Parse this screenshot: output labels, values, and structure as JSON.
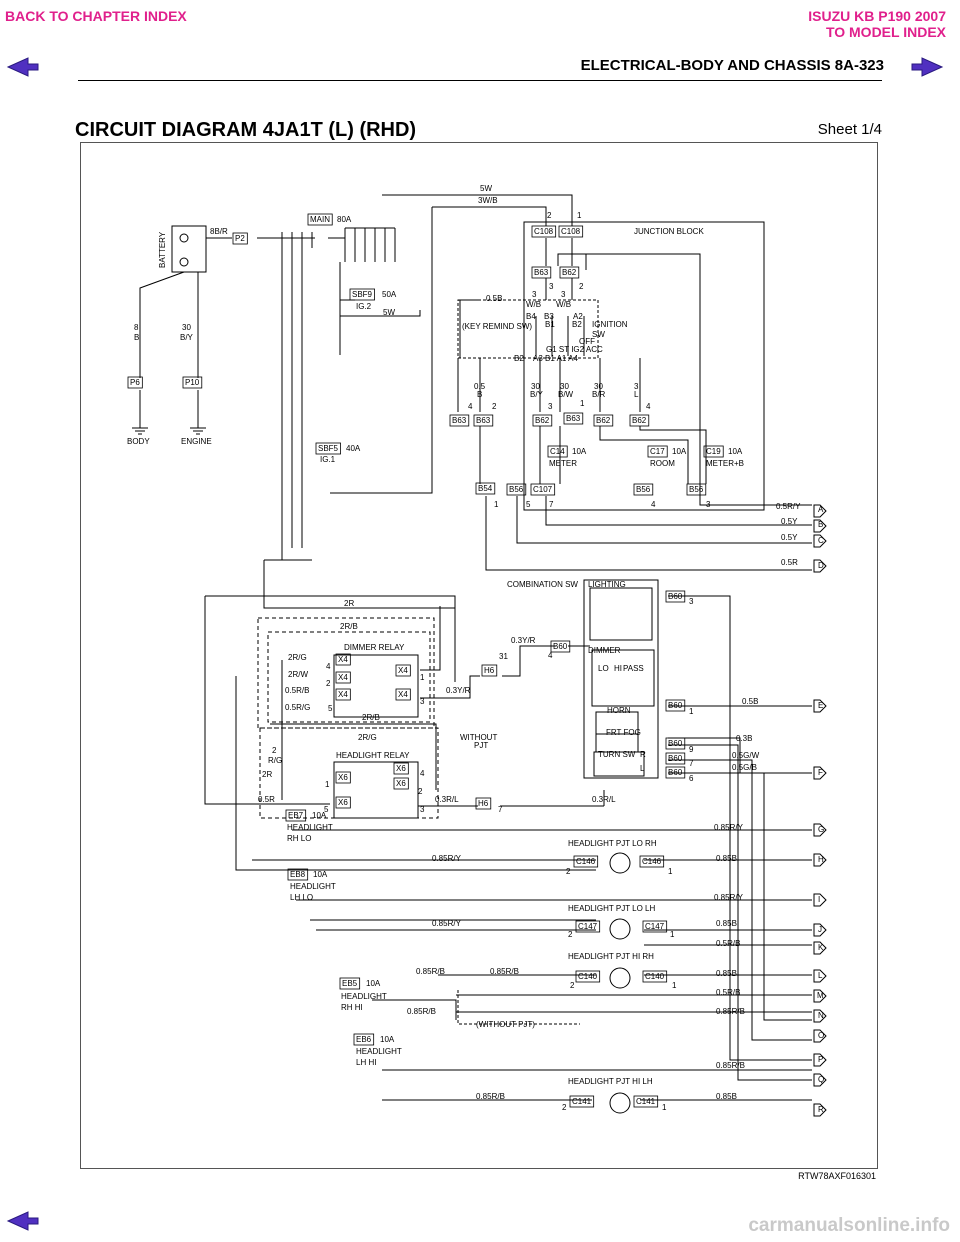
{
  "nav": {
    "back_chapter": "BACK TO CHAPTER INDEX",
    "model_line1": "ISUZU KB P190 2007",
    "model_line2": "TO MODEL INDEX",
    "section": "ELECTRICAL-BODY AND CHASSIS  8A-323",
    "footer": "carmanualsonline.info"
  },
  "page": {
    "title": "CIRCUIT DIAGRAM 4JA1T (L) (RHD)",
    "sheet": "Sheet 1/4",
    "figure_code": "RTW78AXF016301"
  },
  "colors": {
    "nav": "#e0208c",
    "arrow": "#5030c0",
    "wire": "#000000"
  },
  "diagram": {
    "labels": {
      "battery": "BATTERY",
      "p2": "P2",
      "w8br": "8B/R",
      "main": "MAIN",
      "main_amp": "80A",
      "w5w_top": "5W",
      "w3wb_top": "3W/B",
      "jb": "JUNCTION BLOCK",
      "c108a": "C108",
      "c108b": "C108",
      "pin2a": "2",
      "pin1a": "1",
      "b63_top": "B63",
      "b62_top": "B62",
      "pin3b": "3",
      "pin2b": "2",
      "sbf9": "SBF9",
      "sbf9_amp": "50A",
      "ig2": "IG.2",
      "w5w_sbf9": "5W",
      "w05b": "0.5B",
      "w3wb_1": "3",
      "w3wb_1b": "W/B",
      "w3wb_2": "3",
      "w3wb_2b": "W/B",
      "key_remind": "(KEY REMIND SW)",
      "ign": "IGNITION",
      "ign_sw": "SW",
      "pin_b4": "B4",
      "pin_b3": "B3",
      "pin_a2": "A2",
      "pin_b1": "B1",
      "pin_b2x": "B2",
      "pin_b2": "B2",
      "pin_row": "A3 B1 A1 A4",
      "sw_pos": "G1 ST IG2 ACC",
      "off": "OFF",
      "w8": "8",
      "wB": "B",
      "w30": "30",
      "wBY": "B/Y",
      "p6": "P6",
      "p10": "P10",
      "body": "BODY",
      "engine": "ENGINE",
      "w05b2": "0.5",
      "w05b2b": "B",
      "w30by": "30",
      "w30byb": "B/Y",
      "w30bw": "30",
      "w30bwb": "B/W",
      "w30br": "30",
      "w30brb": "B/R",
      "w3l": "3",
      "w3lb": "L",
      "pin4": "4",
      "pin2": "2",
      "pin3": "3",
      "pin1": "1",
      "pin4b": "4",
      "b63a": "B63",
      "b63b": "B63",
      "b62a": "B62",
      "b63c": "B63",
      "b62b": "B62",
      "b62c": "B62",
      "sbf5": "SBF5",
      "sbf5_amp": "40A",
      "ig1": "IG.1",
      "c14": "C14",
      "c14_amp": "10A",
      "meter": "METER",
      "c17": "C17",
      "c17_amp": "10A",
      "room": "ROOM",
      "c19": "C19",
      "c19_amp": "10A",
      "meterb": "METER+B",
      "b54": "B54",
      "b56a": "B56",
      "c107": "C107",
      "b56b": "B56",
      "b56c": "B56",
      "p1": "1",
      "p5": "5",
      "p7": "7",
      "p4": "4",
      "p3": "3",
      "w05ry": "0.5R/Y",
      "w05y1": "0.5Y",
      "w05y2": "0.5Y",
      "w05r": "0.5R",
      "comb_sw": "COMBINATION SW",
      "lighting": "LIGHTING",
      "b60_1": "B60",
      "p3c": "3",
      "w2r": "2R",
      "w2rb": "2R/B",
      "dimmer_relay": "DIMMER RELAY",
      "w03yr": "0.3Y/R",
      "b60_2": "B60",
      "p4c": "4",
      "h6a": "H6",
      "p31": "31",
      "dimmer": "DIMMER",
      "lo": "LO",
      "hi": "HI",
      "pas": "PASS",
      "w2rg": "2R/G",
      "w2rw": "2R/W",
      "w05rb": "0.5R/B",
      "w05rg": "0.5R/G",
      "x4a": "X4",
      "x4b": "X4",
      "x4c": "X4",
      "x4d": "X4",
      "x4e": "X4",
      "rp4": "4",
      "rp2": "2",
      "rp5": "5",
      "rp1": "1",
      "rp3": "3",
      "w03yr2": "0.3Y/R",
      "w2rb2": "2R/B",
      "b60_3": "B60",
      "p1c": "1",
      "w05b3": "0.5B",
      "horn": "HORN",
      "without1": "WITHOUT",
      "pjt1": "PJT",
      "w2rg2": "2R/G",
      "w2": "2",
      "wrg": "R/G",
      "hl_relay": "HEADLIGHT RELAY",
      "frt_fog": "FRT FOG",
      "turn_sw": "TURN SW",
      "tR": "R",
      "tL": "L",
      "b60_4": "B60",
      "b60_5": "B60",
      "b60_6": "B60",
      "p9": "9",
      "p7b": "7",
      "p6b": "6",
      "w03b": "0.3B",
      "w05gw": "0.5G/W",
      "w05gb": "0.5G/B",
      "x6a": "X6",
      "x6b": "X6",
      "x6c": "X6",
      "x6d": "X6",
      "hp4": "4",
      "hp2": "2",
      "hp1": "1",
      "hp5": "5",
      "hp3": "3",
      "w2r2": "2R",
      "w05r2": "0.5R",
      "w03rl": "0.3R/L",
      "h6b": "H6",
      "p7c": "7",
      "w03rl2": "0.3R/L",
      "eb7": "EB7",
      "eb7_amp": "10A",
      "eb7_n1": "HEADLIGHT",
      "eb7_n2": "RH LO",
      "w085ry1": "0.85R/Y",
      "hl_lo_rh": "HEADLIGHT PJT LO RH",
      "c146a": "C146",
      "c146b": "C146",
      "w085ry2": "0.85R/Y",
      "w085b1": "0.85B",
      "q2a": "2",
      "q1a": "1",
      "eb8": "EB8",
      "eb8_amp": "10A",
      "eb8_n1": "HEADLIGHT",
      "eb8_n2": "LH LO",
      "w085ry3": "0.85R/Y",
      "hl_lo_lh": "HEADLIGHT PJT LO LH",
      "c147a": "C147",
      "c147b": "C147",
      "w085ry4": "0.85R/Y",
      "w085b2": "0.85B",
      "q2b": "2",
      "q1b": "1",
      "w05rb2": "0.5R/B",
      "hl_hi_rh": "HEADLIGHT PJT HI RH",
      "w085rb1": "0.85R/B",
      "w085rb2": "0.85R/B",
      "c140a": "C140",
      "c140b": "C140",
      "w085b3": "0.85B",
      "q2c": "2",
      "q1c": "1",
      "eb5": "EB5",
      "eb5_amp": "10A",
      "eb5_n1": "HEADLIGHT",
      "eb5_n2": "RH HI",
      "w05rb3": "0.5R/B",
      "w085rb3": "0.85R/B",
      "w085rb4": "0.85R/B",
      "without2": "(WITHOUT PJT)",
      "eb6": "EB6",
      "eb6_amp": "10A",
      "eb6_n1": "HEADLIGHT",
      "eb6_n2": "LH HI",
      "w085rb5": "0.85R/B",
      "hl_hi_lh": "HEADLIGHT PJT HI LH",
      "w085rb6": "0.85R/B",
      "c141a": "C141",
      "c141b": "C141",
      "w085b4": "0.85B",
      "q2d": "2",
      "q1d": "1",
      "ta": "A",
      "tb": "B",
      "tc": "C",
      "td": "D",
      "te": "E",
      "tf": "F",
      "tg": "G",
      "th": "H",
      "ti": "I",
      "tj": "J",
      "tk": "K",
      "tl": "L",
      "tm": "M",
      "tn": "N",
      "to": "O",
      "tp": "P",
      "tq": "Q",
      "tr": "R"
    }
  }
}
